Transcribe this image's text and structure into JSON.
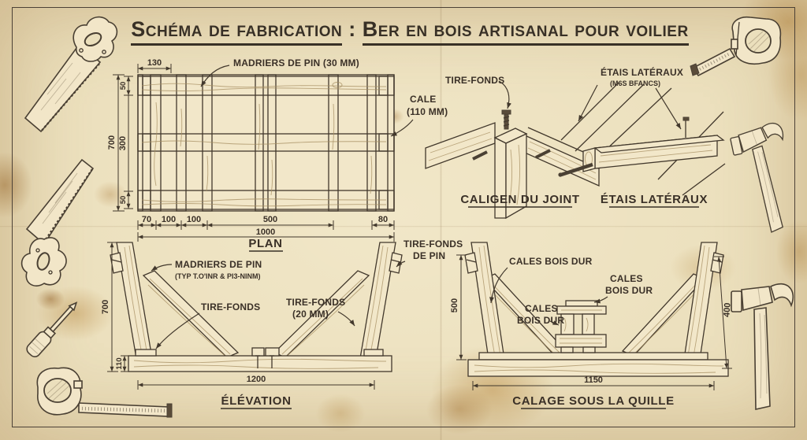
{
  "title": {
    "part1": "Schéma de fabrication",
    "separator": ":",
    "part2": "Ber en bois artisanal pour voilier"
  },
  "plan": {
    "caption": "PLAN",
    "madriers_label": "MADRIERS DE PIN (30 MM)",
    "cale_label_line1": "CALE",
    "cale_label_line2": "(110 MM)",
    "dim_top": "130",
    "dim_height_outer": "700",
    "dim_height_inner": "300",
    "dim_top_small": "50",
    "dim_bottom_small": "50",
    "dim_segments": [
      "70",
      "100",
      "100",
      "500",
      "80"
    ],
    "dim_total": "1000"
  },
  "joint_detail": {
    "tirefonds_label": "TIRE-FONDS",
    "caption": "CALIGEN DU JOINT"
  },
  "etais_detail": {
    "label_line1": "ÉTAIS LATÉRAUX",
    "label_line2": "(M6S BFANCS)",
    "caption": "ÉTAIS LATÉRAUX"
  },
  "elevation": {
    "caption": "ÉLÉVATION",
    "madriers_line1": "MADRIERS DE PIN",
    "madriers_line2": "(TYP T.O'INR & PI3-NINM)",
    "tirefonds_left": "TIRE-FONDS",
    "tirefonds_right_line1": "TIRE-FONDS",
    "tirefonds_right_line2": "(20 MM)",
    "tirefonds_pin_line1": "TIRE-FONDS",
    "tirefonds_pin_line2": "DE PIN",
    "dim_height": "700",
    "dim_beam": "110",
    "dim_width": "1200"
  },
  "calage": {
    "caption": "CALAGE SOUS LA QUILLE",
    "cales_label_1": "CALES BOIS DUR",
    "cales_label_2_line1": "CALES",
    "cales_label_2_line2": "BOIS DUR",
    "cales_label_3_line1": "CALES",
    "cales_label_3_line2": "BOIS DUR",
    "dim_left": "500",
    "dim_right": "400",
    "dim_width": "1150"
  },
  "tools": {
    "top_left": "hand-saw",
    "mid_left": "hand-saw",
    "screwdriver": "screwdriver",
    "bottom_left_tape": "tape-measure",
    "top_right_tape": "tape-measure",
    "mid_right_hammer": "claw-hammer",
    "bottom_right_hammer": "claw-hammer"
  },
  "colors": {
    "ink": "#3e352a",
    "paper": "#ebdfbc",
    "stain": "#c79e5e"
  }
}
